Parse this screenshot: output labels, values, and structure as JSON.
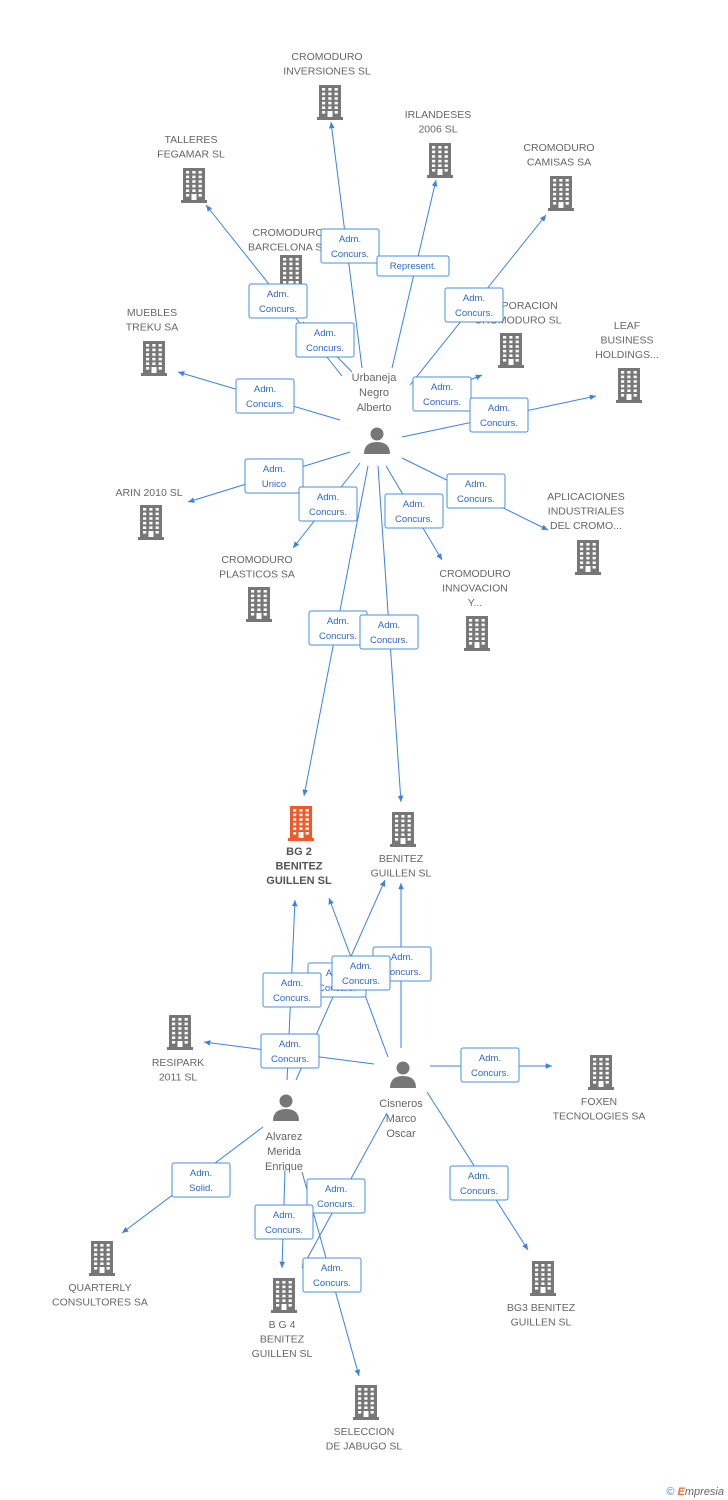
{
  "colors": {
    "edge": "#3b82e0",
    "box_border": "#4a8fe0",
    "box_text": "#2a6ac6",
    "building": "#777777",
    "building_main": "#f05a28",
    "label": "#666666"
  },
  "footer": {
    "copyright": "©",
    "brand_e": "E",
    "brand_rest": "mpresia"
  },
  "companies": [
    {
      "id": "inversiones",
      "lines": [
        "CROMODURO",
        "INVERSIONES SL"
      ]
    },
    {
      "id": "irlandeses",
      "lines": [
        "IRLANDESES",
        "2006 SL"
      ]
    },
    {
      "id": "talleres",
      "lines": [
        "TALLERES",
        "FEGAMAR SL"
      ]
    },
    {
      "id": "camisas",
      "lines": [
        "CROMODURO",
        "CAMISAS SA"
      ]
    },
    {
      "id": "barcelona",
      "lines": [
        "CROMODURO",
        "BARCELONA SL"
      ]
    },
    {
      "id": "corporacion",
      "lines": [
        "CORPORACION",
        "CROMODURO SL"
      ]
    },
    {
      "id": "muebles",
      "lines": [
        "MUEBLES",
        "TREKU SA"
      ]
    },
    {
      "id": "leaf",
      "lines": [
        "LEAF",
        "BUSINESS",
        "HOLDINGS..."
      ]
    },
    {
      "id": "arin",
      "lines": [
        "ARIN 2010 SL"
      ]
    },
    {
      "id": "aplicaciones",
      "lines": [
        "APLICACIONES",
        "INDUSTRIALES",
        "DEL CROMO..."
      ]
    },
    {
      "id": "plasticos",
      "lines": [
        "CROMODURO",
        "PLASTICOS SA"
      ]
    },
    {
      "id": "innovacion",
      "lines": [
        "CROMODURO",
        "INNOVACION",
        "Y..."
      ]
    },
    {
      "id": "bg2",
      "lines": [
        "BG 2",
        "BENITEZ",
        "GUILLEN SL"
      ],
      "main": true
    },
    {
      "id": "benitez",
      "lines": [
        "BENITEZ",
        "GUILLEN SL"
      ]
    },
    {
      "id": "resipark",
      "lines": [
        "RESIPARK",
        "2011  SL"
      ]
    },
    {
      "id": "foxen",
      "lines": [
        "FOXEN",
        "TECNOLOGIES SA"
      ]
    },
    {
      "id": "quarterly",
      "lines": [
        "QUARTERLY",
        "CONSULTORES SA"
      ]
    },
    {
      "id": "bg4",
      "lines": [
        "B G 4",
        "BENITEZ",
        "GUILLEN SL"
      ]
    },
    {
      "id": "bg3",
      "lines": [
        "BG3 BENITEZ",
        "GUILLEN SL"
      ]
    },
    {
      "id": "seleccion",
      "lines": [
        "SELECCION",
        "DE JABUGO SL"
      ]
    }
  ],
  "persons": [
    {
      "id": "urbaneja",
      "lines": [
        "Urbaneja",
        "Negro",
        "Alberto"
      ]
    },
    {
      "id": "cisneros",
      "lines": [
        "Cisneros",
        "Marco",
        "Oscar"
      ]
    },
    {
      "id": "alvarez",
      "lines": [
        "Alvarez",
        "Merida",
        "Enrique"
      ]
    }
  ],
  "relations": [
    {
      "from": "urbaneja",
      "to": "inversiones",
      "role": [
        "Adm.",
        "Concurs."
      ]
    },
    {
      "from": "urbaneja",
      "to": "irlandeses",
      "role": [
        "Represent."
      ]
    },
    {
      "from": "urbaneja",
      "to": "talleres",
      "role": [
        "Adm.",
        "Concurs."
      ]
    },
    {
      "from": "urbaneja",
      "to": "camisas",
      "role": [
        "Adm.",
        "Concurs."
      ]
    },
    {
      "from": "urbaneja",
      "to": "barcelona",
      "role": [
        "Adm.",
        "Concurs."
      ]
    },
    {
      "from": "urbaneja",
      "to": "corporacion",
      "role": [
        "Adm.",
        "Concurs."
      ]
    },
    {
      "from": "urbaneja",
      "to": "muebles",
      "role": [
        "Adm.",
        "Concurs."
      ]
    },
    {
      "from": "urbaneja",
      "to": "leaf",
      "role": [
        "Adm.",
        "Concurs."
      ]
    },
    {
      "from": "urbaneja",
      "to": "arin",
      "role": [
        "Adm.",
        "Unico"
      ]
    },
    {
      "from": "urbaneja",
      "to": "aplicaciones",
      "role": [
        "Adm.",
        "Concurs."
      ]
    },
    {
      "from": "urbaneja",
      "to": "plasticos",
      "role": [
        "Adm.",
        "Concurs."
      ]
    },
    {
      "from": "urbaneja",
      "to": "innovacion",
      "role": [
        "Adm.",
        "Concurs."
      ]
    },
    {
      "from": "urbaneja",
      "to": "bg2",
      "role": [
        "Adm.",
        "Concurs."
      ]
    },
    {
      "from": "urbaneja",
      "to": "benitez",
      "role": [
        "Adm.",
        "Concurs."
      ]
    },
    {
      "from": "cisneros",
      "to": "bg2",
      "role": [
        "Adm.",
        "Concurs."
      ]
    },
    {
      "from": "cisneros",
      "to": "benitez",
      "role": [
        "Adm.",
        "Concurs."
      ]
    },
    {
      "from": "cisneros",
      "to": "resipark",
      "role": [
        "Adm.",
        "Concurs."
      ]
    },
    {
      "from": "cisneros",
      "to": "foxen",
      "role": [
        "Adm.",
        "Concurs."
      ]
    },
    {
      "from": "cisneros",
      "to": "bg3",
      "role": [
        "Adm.",
        "Concurs."
      ]
    },
    {
      "from": "cisneros",
      "to": "bg4",
      "role": [
        "Adm.",
        "Concurs."
      ]
    },
    {
      "from": "alvarez",
      "to": "bg2",
      "role": [
        "Adm.",
        "Concurs."
      ]
    },
    {
      "from": "alvarez",
      "to": "benitez",
      "role": [
        "Adm.",
        "Concurs."
      ]
    },
    {
      "from": "alvarez",
      "to": "quarterly",
      "role": [
        "Adm.",
        "Solid."
      ]
    },
    {
      "from": "alvarez",
      "to": "bg4",
      "role": [
        "Adm.",
        "Concurs."
      ]
    },
    {
      "from": "alvarez",
      "to": "seleccion",
      "role": [
        "Adm.",
        "Concurs."
      ]
    }
  ]
}
